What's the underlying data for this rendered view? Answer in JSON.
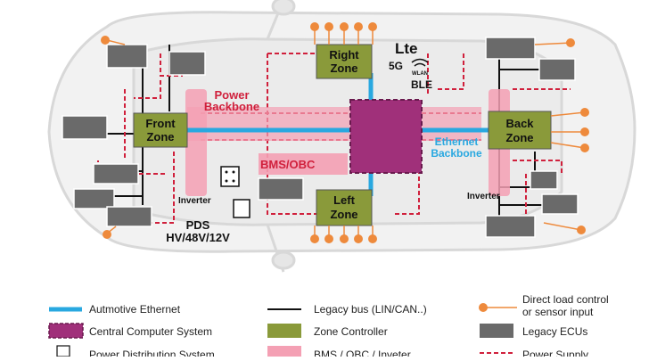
{
  "zones": {
    "front": [
      "Front",
      "Zone"
    ],
    "right": [
      "Right",
      "Zone"
    ],
    "left": [
      "Left",
      "Zone"
    ],
    "back": [
      "Back",
      "Zone"
    ]
  },
  "labels": {
    "power_backbone": [
      "Power",
      "Backbone"
    ],
    "ethernet_backbone": [
      "Ethernet",
      "Backbone"
    ],
    "bms_obc": "BMS/OBC",
    "inverter_front": "Inverter",
    "inverter_back": "Inverter",
    "pds": [
      "PDS",
      "HV/48V/12V"
    ],
    "lte": "Lte",
    "fiveg": "5G",
    "wlan": "WLAN",
    "ble": "BLE"
  },
  "legend": {
    "automotive_ethernet": "Autmotive Ethernet",
    "central_computer": "Central Computer System",
    "power_distribution": "Power Distribution System",
    "legacy_bus": "Legacy bus (LIN/CAN..)",
    "zone_controller": "Zone Controller",
    "bms_obc_inverter": "BMS / OBC / Inveter",
    "direct_load": [
      "Direct load control",
      "or sensor input"
    ],
    "legacy_ecus": "Legacy ECUs",
    "power_supply": "Power Supply"
  },
  "colors": {
    "ethernet": "#29a8e0",
    "central": "#a0307a",
    "zone": "#8a9a3a",
    "bms": "#f4a0b4",
    "power": "#d0203c",
    "sensor": "#ee8a3c",
    "ecu": "#6a6a6a"
  }
}
